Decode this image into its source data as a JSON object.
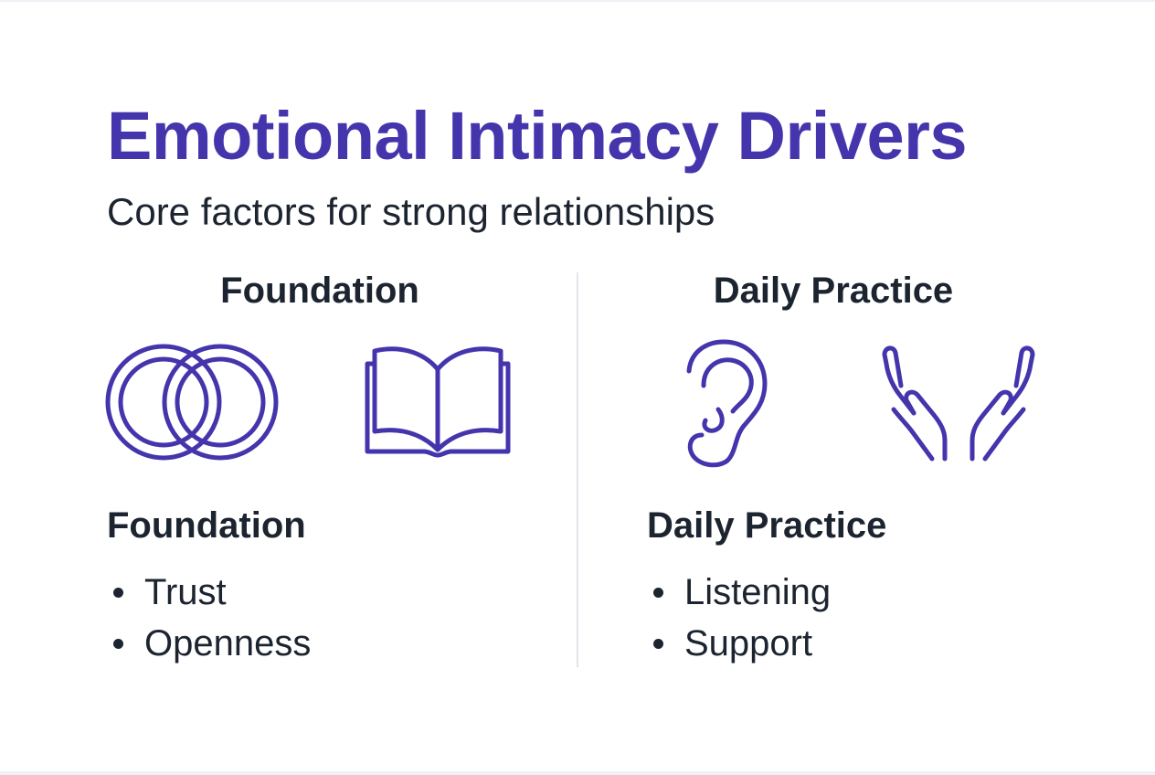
{
  "title": "Emotional Intimacy Drivers",
  "subtitle": "Core factors for strong relationships",
  "colors": {
    "accent": "#4435ad",
    "text": "#1c2430",
    "divider": "#e2e5ea"
  },
  "left": {
    "heading": "Foundation",
    "icons": [
      "interlocking-rings-icon",
      "open-book-icon"
    ],
    "subheading": "Foundation",
    "items": [
      "Trust",
      "Openness"
    ]
  },
  "right": {
    "heading": "Daily Practice",
    "icons": [
      "ear-icon",
      "open-hands-icon"
    ],
    "subheading": "Daily Practice",
    "items": [
      "Listening",
      "Support"
    ]
  }
}
